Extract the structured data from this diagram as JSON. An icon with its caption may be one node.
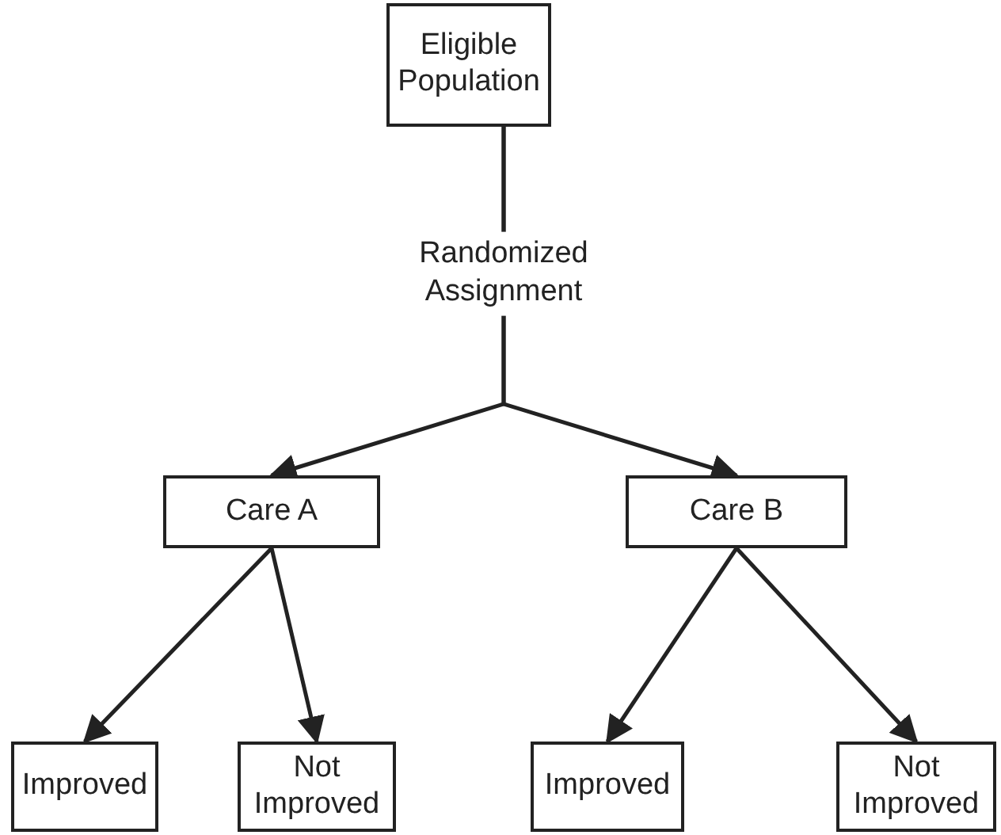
{
  "diagram": {
    "nodes": [
      {
        "text": [
          "Eligible Population"
        ]
      },
      {
        "text": [
          "Care A"
        ]
      },
      {
        "text": [
          "Care B"
        ]
      },
      {
        "text": [
          "Improved"
        ]
      },
      {
        "text": [
          "Not Improved"
        ]
      },
      {
        "text": [
          "Improved"
        ]
      },
      {
        "text": [
          "Not Improved"
        ]
      }
    ],
    "edges": [
      {
        "from": 0,
        "to": 1,
        "arrow": "to",
        "label": "Randomized Assignment"
      },
      {
        "from": 0,
        "to": 2,
        "arrow": "to"
      },
      {
        "from": 1,
        "to": 3,
        "arrow": "to"
      },
      {
        "from": 1,
        "to": 4,
        "arrow": "to"
      },
      {
        "from": 2,
        "to": 5,
        "arrow": "to"
      },
      {
        "from": 2,
        "to": 6,
        "arrow": "to"
      }
    ]
  }
}
